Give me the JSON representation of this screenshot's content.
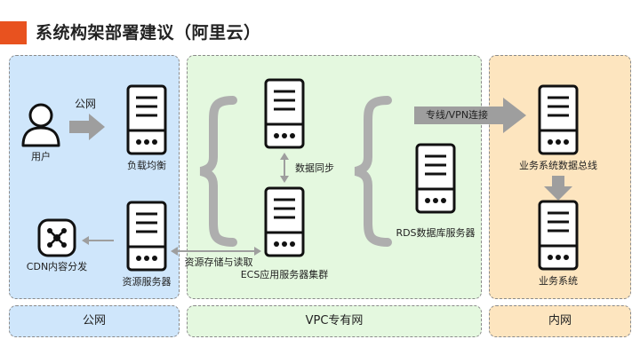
{
  "title": "系统构架部署建议（阿里云）",
  "zones": {
    "public_label": "公网",
    "vpc_label": "VPC专有网",
    "intranet_label": "内网"
  },
  "nodes": {
    "user": "用户",
    "internet_link": "公网",
    "load_balancer": "负载均衡",
    "resource_server": "资源服务器",
    "cdn": "CDN内容分发",
    "data_sync": "数据同步",
    "ecs_cluster": "ECS应用服务器集群",
    "storage_rw": "资源存储与读取",
    "rds": "RDS数据库服务器",
    "vpn_link": "专线/VPN连接",
    "business_bus": "业务系统数据总线",
    "business_system": "业务系统"
  },
  "colors": {
    "accent": "#e8521f",
    "public_zone": "#cfe6fb",
    "vpc_zone": "#e4f8df",
    "intranet_zone": "#fde5bf"
  }
}
